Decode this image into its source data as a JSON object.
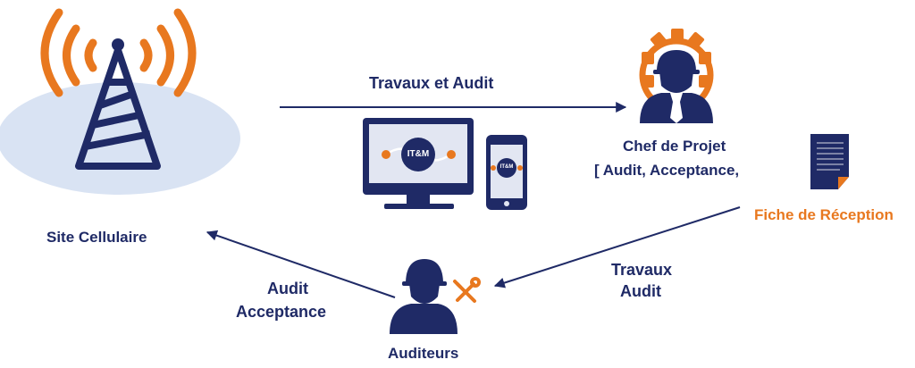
{
  "labels": {
    "site": "Site Cellulaire",
    "top_flow": "Travaux et Audit",
    "chef_line1": "Chef de Projet",
    "chef_line2": "[ Audit, Acceptance,",
    "fiche": "Fiche de Réception",
    "travaux_line1": "Travaux",
    "travaux_line2": "Audit",
    "audit_line1": "Audit",
    "audit_line2": "Acceptance",
    "auditeurs": "Auditeurs"
  },
  "device_text": {
    "monitor": "IT&M",
    "phone": "IT&M"
  },
  "colors": {
    "navy": "#1f2a66",
    "orange": "#e8781f",
    "ellipse": "#d9e3f3",
    "screen_bg": "#e2e6f2"
  },
  "icons": [
    "cell-tower-icon",
    "monitor-icon",
    "smartphone-icon",
    "project-manager-icon",
    "document-icon",
    "auditor-icon",
    "tools-icon"
  ]
}
